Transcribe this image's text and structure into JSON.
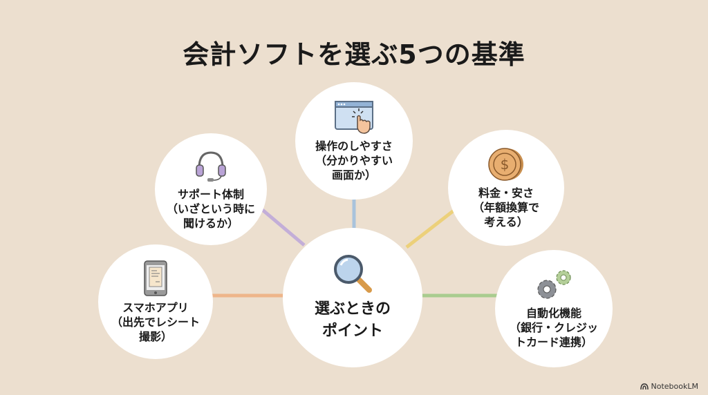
{
  "title": "会計ソフトを選ぶ5つの基準",
  "center": {
    "label": "選ぶときの\nポイント",
    "icon": "magnifier-icon"
  },
  "nodes": {
    "usability": {
      "label": "操作のしやすさ\n（分かりやすい\n画面か）",
      "icon": "click-window-icon",
      "color": "#a9c3dc"
    },
    "price": {
      "label": "料金・安さ\n（年額換算で\n考える）",
      "icon": "coin-icon",
      "color": "#ecd07a"
    },
    "automation": {
      "label": "自動化機能\n（銀行・クレジッ\nトカード連携）",
      "icon": "gears-icon",
      "color": "#a9cc8f"
    },
    "mobile": {
      "label": "スマホアプリ\n（出先でレシート\n撮影）",
      "icon": "smartphone-receipt-icon",
      "color": "#eeb58a"
    },
    "support": {
      "label": "サポート体制\n（いざという時に\n聞けるか）",
      "icon": "headset-icon",
      "color": "#c3aed8"
    }
  },
  "branding": "NotebookLM"
}
